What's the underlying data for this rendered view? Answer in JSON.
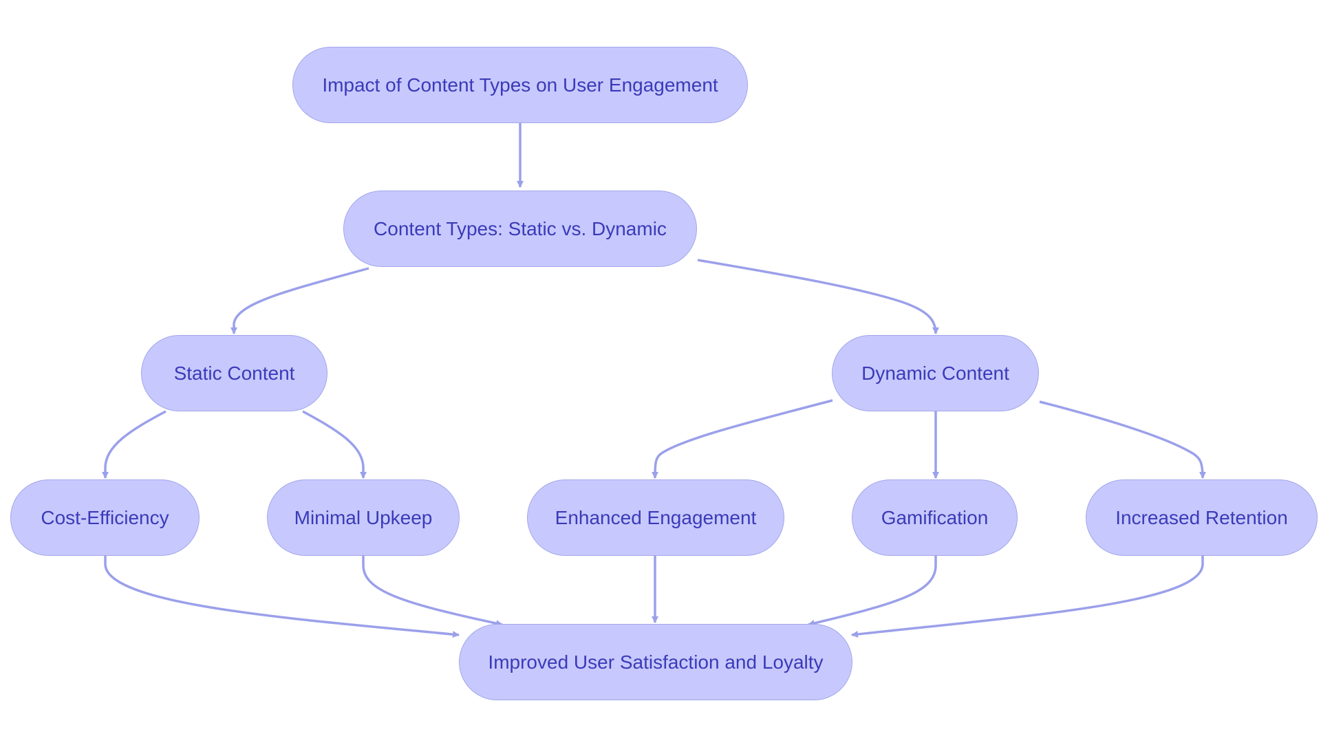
{
  "colors": {
    "node_fill": "#c7c9fe",
    "node_border": "#a2a6ea",
    "node_text": "#3b3ab8",
    "edge": "#9ba0ea",
    "background": "#ffffff"
  },
  "nodes": {
    "root": "Impact of Content Types on User Engagement",
    "types": "Content Types: Static vs. Dynamic",
    "static": "Static Content",
    "dynamic": "Dynamic Content",
    "cost": "Cost-Efficiency",
    "upkeep": "Minimal Upkeep",
    "engagement": "Enhanced Engagement",
    "gamification": "Gamification",
    "retention": "Increased Retention",
    "satisfaction": "Improved User Satisfaction and Loyalty"
  },
  "edges": [
    {
      "from": "root",
      "to": "types"
    },
    {
      "from": "types",
      "to": "static"
    },
    {
      "from": "types",
      "to": "dynamic"
    },
    {
      "from": "static",
      "to": "cost"
    },
    {
      "from": "static",
      "to": "upkeep"
    },
    {
      "from": "dynamic",
      "to": "engagement"
    },
    {
      "from": "dynamic",
      "to": "gamification"
    },
    {
      "from": "dynamic",
      "to": "retention"
    },
    {
      "from": "cost",
      "to": "satisfaction"
    },
    {
      "from": "upkeep",
      "to": "satisfaction"
    },
    {
      "from": "engagement",
      "to": "satisfaction"
    },
    {
      "from": "gamification",
      "to": "satisfaction"
    },
    {
      "from": "retention",
      "to": "satisfaction"
    }
  ]
}
